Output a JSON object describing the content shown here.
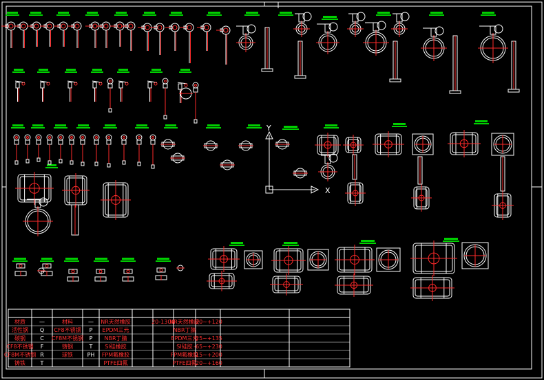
{
  "colors": {
    "background": "#000000",
    "frame": "#ffffff",
    "part_outline": "#ffffff",
    "part_detail": "#ff2a2a",
    "label_tag": "#00d000",
    "table_text": "#ff3030",
    "table_text_alt": "#ffffff",
    "center_mark": "#ff0000"
  },
  "axes": {
    "y_label": "Y",
    "x_label": "X"
  },
  "table": {
    "rows": [
      [
        "材质",
        "—",
        "材料",
        "—",
        "NR天然橡胶",
        "",
        "20-130A",
        "NR天然橡胶",
        "-20~+120",
        "",
        ""
      ],
      [
        "活性钢",
        "Q",
        "CF8不锈钢",
        "P",
        "EPDM三元",
        "",
        "",
        "NBR丁腈",
        "",
        "",
        ""
      ],
      [
        "碳钢",
        "C",
        "CF8M不锈钢",
        "P",
        "NBR丁腈",
        "",
        "",
        "EPDM三元",
        "-25~+135",
        "",
        ""
      ],
      [
        "CF8不锈钢",
        "F",
        "铸钢",
        "T",
        "SI硅橡胶",
        "",
        "",
        "SI硅胶",
        "-65~+230",
        "",
        ""
      ],
      [
        "CF8M不锈钢",
        "R",
        "球铁",
        "PH",
        "FPM氟橡胶",
        "",
        "",
        "FPM氟橡胶",
        "-15~+200",
        "",
        ""
      ],
      [
        "铸铁",
        "T",
        "",
        "",
        "PTFE四氟",
        "",
        "",
        "PTFE四氟",
        "-20~+160",
        "",
        ""
      ]
    ]
  }
}
